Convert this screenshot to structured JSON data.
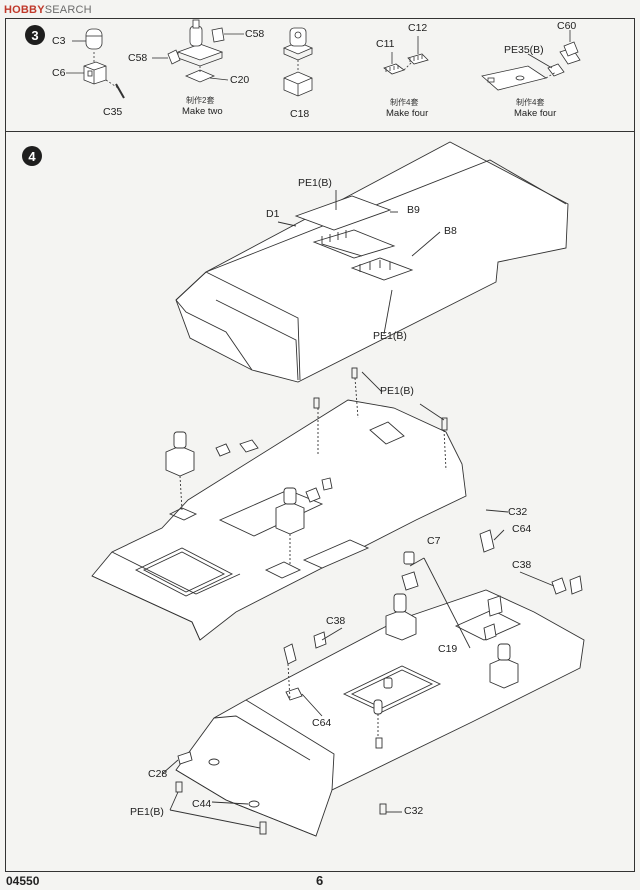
{
  "watermark": {
    "brand": "HOBBY",
    "rest": "SEARCH"
  },
  "step3": {
    "number": "3",
    "labels": {
      "c3": "C3",
      "c6": "C6",
      "c35": "C35",
      "c58a": "C58",
      "c58b": "C58",
      "c20": "C20",
      "make_two_cn": "制作2套",
      "make_two": "Make two",
      "c18": "C18",
      "c12": "C12",
      "c11": "C11",
      "make_four_cn_a": "制作4套",
      "make_four_a": "Make four",
      "c60": "C60",
      "pe35b": "PE35(B)",
      "make_four_cn_b": "制作4套",
      "make_four_b": "Make four"
    }
  },
  "step4": {
    "number": "4",
    "labels": {
      "pe1b_top": "PE1(B)",
      "d1": "D1",
      "b9": "B9",
      "b8": "B8",
      "pe1b_mid": "PE1(B)",
      "pe1b_right": "PE1(B)",
      "c32_a": "C32",
      "c64_a": "C64",
      "c7": "C7",
      "c38_a": "C38",
      "c38_b": "C38",
      "c19": "C19",
      "c64_b": "C64",
      "c28": "C28",
      "c44": "C44",
      "pe1b_bottom": "PE1(B)",
      "c32_b": "C32"
    }
  },
  "footer": {
    "code": "04550",
    "page": "6"
  }
}
